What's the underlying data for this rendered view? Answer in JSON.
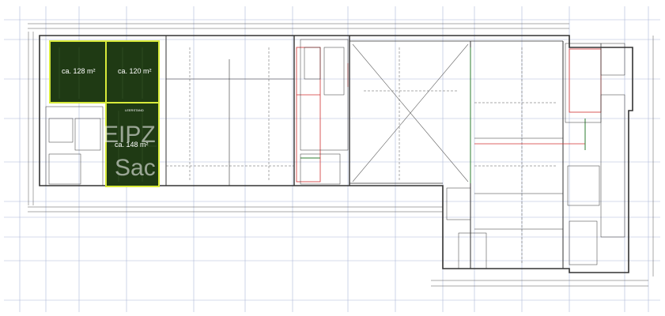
{
  "units": [
    {
      "label": "ca. 128 m²"
    },
    {
      "label": "ca. 120 m²"
    },
    {
      "label": "ca. 148 m²",
      "sublabel": "LEERSTAND"
    }
  ],
  "watermark": {
    "line1": "EIPZ",
    "line2": "Sac"
  },
  "colors": {
    "unit_fill": "#1f3a14",
    "unit_outline": "#d8ea3a",
    "grid": "#aeb8d8",
    "walls": "#333333",
    "red_lines": "#d03030",
    "green_lines": "#2e7d32"
  }
}
